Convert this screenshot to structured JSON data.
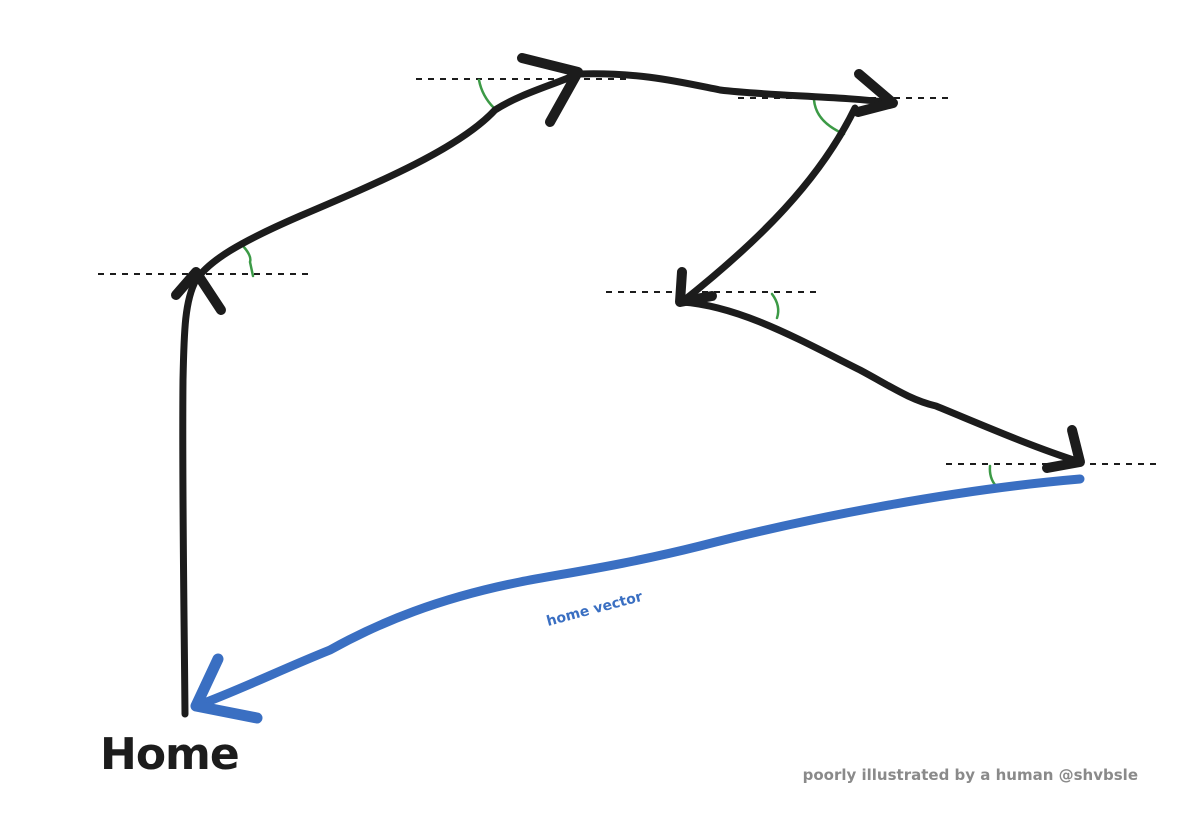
{
  "labels": {
    "home": "Home",
    "home_vector": "home vector",
    "credit": "poorly illustrated by a human @shvbsle"
  },
  "colors": {
    "path": "#1c1c1c",
    "home_vector": "#3a6fc2",
    "angle_arc": "#3c9a46",
    "credit": "#8a8a8a"
  }
}
